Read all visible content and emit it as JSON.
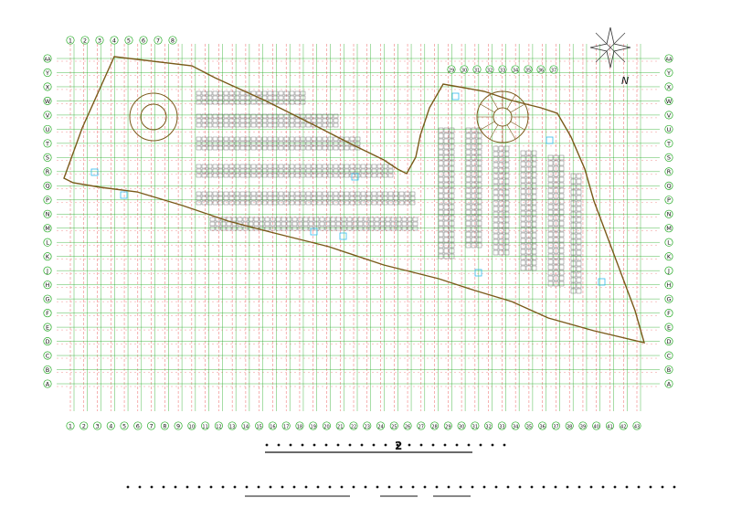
{
  "drawing": {
    "columns_bottom": [
      "1",
      "2",
      "3",
      "4",
      "5",
      "6",
      "7",
      "8",
      "9",
      "10",
      "11",
      "12",
      "13",
      "14",
      "15",
      "16",
      "17",
      "18",
      "19",
      "20",
      "21",
      "22",
      "23",
      "24",
      "25",
      "26",
      "27",
      "28",
      "29",
      "30",
      "31",
      "32",
      "33",
      "34",
      "35",
      "36",
      "37",
      "38",
      "39",
      "40",
      "41",
      "42",
      "43"
    ],
    "columns_top_left": [
      "1",
      "2",
      "3",
      "4",
      "5",
      "6",
      "7",
      "8"
    ],
    "columns_top_right": [
      "29",
      "30",
      "31",
      "32",
      "33",
      "34",
      "35",
      "36",
      "37"
    ],
    "rows_left": [
      "AA",
      "Y",
      "X",
      "W",
      "V",
      "U",
      "T",
      "S",
      "R",
      "Q",
      "P",
      "N",
      "M",
      "L",
      "K",
      "J",
      "H",
      "G",
      "F",
      "E",
      "D",
      "C",
      "B",
      "A"
    ],
    "rows_right": [
      "AA",
      "Y",
      "X",
      "W",
      "V",
      "U",
      "T",
      "S",
      "R",
      "Q",
      "P",
      "N",
      "M",
      "L",
      "K",
      "J",
      "H",
      "G",
      "F",
      "E",
      "D",
      "C",
      "B",
      "A"
    ],
    "north_label": "N",
    "title_number": "2",
    "colors": {
      "outline": "#7a5a1a",
      "grid_green": "#22aa22",
      "grid_red": "#ee6666",
      "cyan": "#33bbee",
      "ink": "#111111"
    }
  }
}
